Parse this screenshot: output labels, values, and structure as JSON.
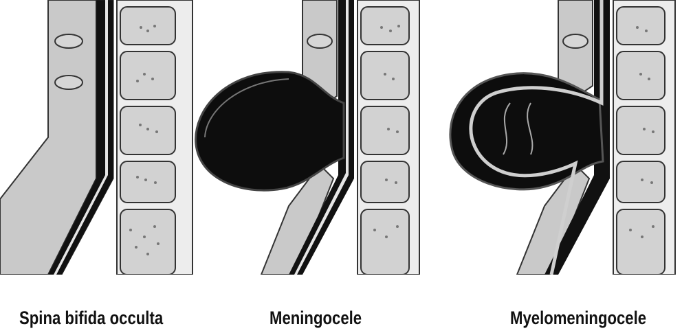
{
  "figure": {
    "panels": [
      {
        "id": "spina-bifida-occulta",
        "caption": "Spina bifida occulta"
      },
      {
        "id": "meningocele",
        "caption": "Meningocele"
      },
      {
        "id": "myelomeningocele",
        "caption": "Myelomeningocele"
      }
    ]
  },
  "colors": {
    "bone": "#c8c8c8",
    "disc": "#bdbdbd",
    "outline": "#333333",
    "cord": "#111111",
    "sac": "#0d0d0d",
    "background": "#ffffff"
  }
}
